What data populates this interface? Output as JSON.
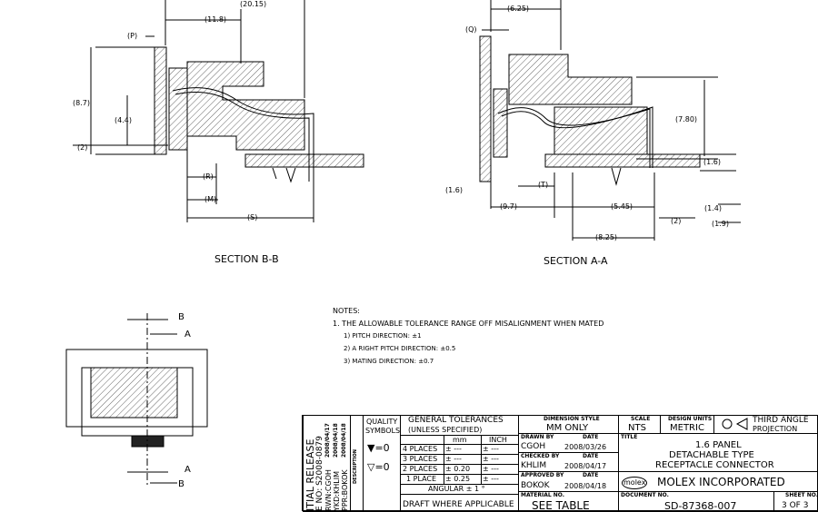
{
  "section_bb": {
    "title": "SECTION B-B",
    "dims": [
      "(20.15)",
      "(11.8)",
      "(P)",
      "(8.7)",
      "(4.4)",
      "(2)",
      "(R)",
      "(M)",
      "(S)"
    ]
  },
  "section_aa": {
    "title": "SECTION A-A",
    "dims": [
      "(6.25)",
      "(Q)",
      "(7.80)",
      "(1.6)",
      "(1.6)",
      "(T)",
      "(9.7)",
      "(5.45)",
      "(2)",
      "(1.4)",
      "(1.9)",
      "(8.25)"
    ]
  },
  "top_view": {
    "markers": [
      "B",
      "A",
      "A",
      "B"
    ]
  },
  "notes": {
    "heading": "NOTES:",
    "line1": "1. THE ALLOWABLE TOLERANCE RANGE OFF MISALIGNMENT WHEN MATED",
    "items": [
      "1) PITCH DIRECTION: ±1",
      "2) A RIGHT PITCH DIRECTION: ±0.5",
      "3) MATING DIRECTION: ±0.7"
    ]
  },
  "title_block": {
    "revision": {
      "lines": [
        "ITIAL RELEASE",
        "E NO: S2008-0879",
        "RWN:CGOH",
        "YKD:KHLIM",
        "PPR:BOKOK"
      ],
      "dates": [
        "2008/04/17",
        "2008/04/18",
        "2008/04/18"
      ],
      "description_label": "DESCRIPTION"
    },
    "quality": {
      "label1": "QUALITY",
      "label2": "SYMBOLS",
      "sym1": "=0",
      "sym2": "=0"
    },
    "tolerances": {
      "title1": "GENERAL TOLERANCES",
      "title2": "(UNLESS SPECIFIED)",
      "col_mm": "mm",
      "col_inch": "INCH",
      "rows": [
        {
          "label": "4 PLACES",
          "mm": "± ---",
          "inch": "± ---"
        },
        {
          "label": "3 PLACES",
          "mm": "± ---",
          "inch": "± ---"
        },
        {
          "label": "2 PLACES",
          "mm": "± 0.20",
          "inch": "± ---"
        },
        {
          "label": "1 PLACE",
          "mm": "± 0.25",
          "inch": "± ---"
        }
      ],
      "angular": "ANGULAR ± 1 °",
      "draft": "DRAFT WHERE APPLICABLE"
    },
    "dimension_style": {
      "label": "DIMENSION STYLE",
      "value": "MM ONLY"
    },
    "drawn": {
      "label": "DRAWN BY",
      "value": "CGOH",
      "date_label": "DATE",
      "date": "2008/03/26"
    },
    "checked": {
      "label": "CHECKED BY",
      "value": "KHLIM",
      "date_label": "DATE",
      "date": "2008/04/17"
    },
    "approved": {
      "label": "APPROVED BY",
      "value": "BOKOK",
      "date_label": "DATE",
      "date": "2008/04/18"
    },
    "material": {
      "label": "MATERIAL NO.",
      "value": "SEE TABLE"
    },
    "scale": {
      "label": "SCALE",
      "value": "NTS"
    },
    "design_units": {
      "label": "DESIGN UNITS",
      "value": "METRIC"
    },
    "projection": {
      "line1": "THIRD ANGLE",
      "line2": "PROJECTION"
    },
    "title": {
      "label": "TITLE",
      "line1": "1.6 PANEL",
      "line2": "DETACHABLE TYPE",
      "line3": "RECEPTACLE CONNECTOR"
    },
    "company": {
      "logo": "molex",
      "name": "MOLEX INCORPORATED"
    },
    "document": {
      "label": "DOCUMENT NO.",
      "value": "SD-87368-007"
    },
    "sheet": {
      "label": "SHEET NO.",
      "value": "3 OF 3"
    }
  }
}
